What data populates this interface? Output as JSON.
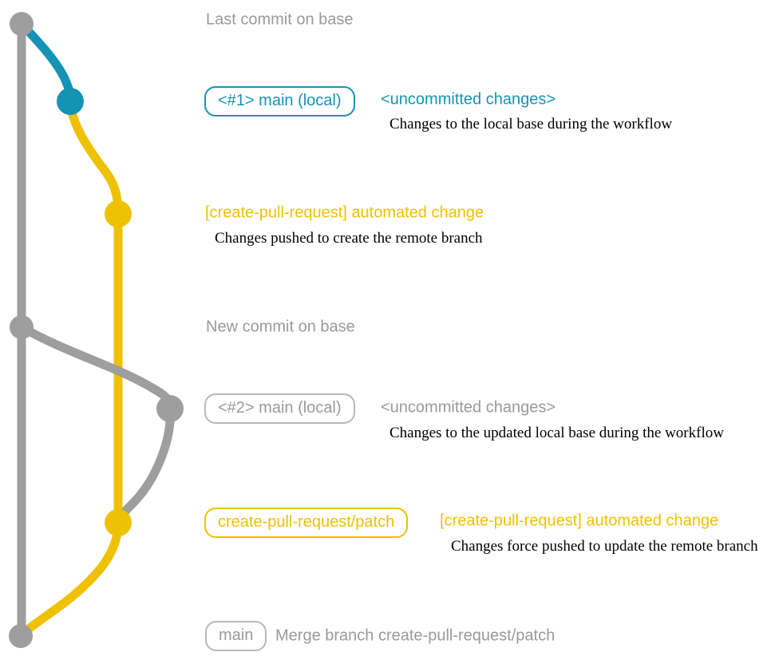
{
  "colors": {
    "branch_gray": "#9e9e9e",
    "text_gray": "#9a9a9a",
    "blue": "#1593b5",
    "yellow": "#efc104",
    "note_color": "#000000",
    "badge_gray_border": "#b8b8b8"
  },
  "labels": {
    "last_commit": "Last commit on base",
    "new_commit": "New commit on base"
  },
  "entries": {
    "commit1": {
      "badge": "<#1> main (local)",
      "message": "<uncommitted changes>",
      "note": "Changes to the local base during the workflow"
    },
    "push1": {
      "message": "[create-pull-request] automated change",
      "note": "Changes pushed to create the remote branch"
    },
    "commit2": {
      "badge": "<#2> main (local)",
      "message": "<uncommitted changes>",
      "note": "Changes to the updated local base during the workflow"
    },
    "push2": {
      "badge": "create-pull-request/patch",
      "message": "[create-pull-request] automated change",
      "note": "Changes force pushed to update the remote branch"
    },
    "merge": {
      "badge": "main",
      "message": "Merge branch create-pull-request/patch"
    }
  },
  "graph": {
    "branches": [
      "base (gray)",
      "main local (blue)",
      "create-pull-request/patch (yellow)"
    ],
    "node_count": 7
  }
}
